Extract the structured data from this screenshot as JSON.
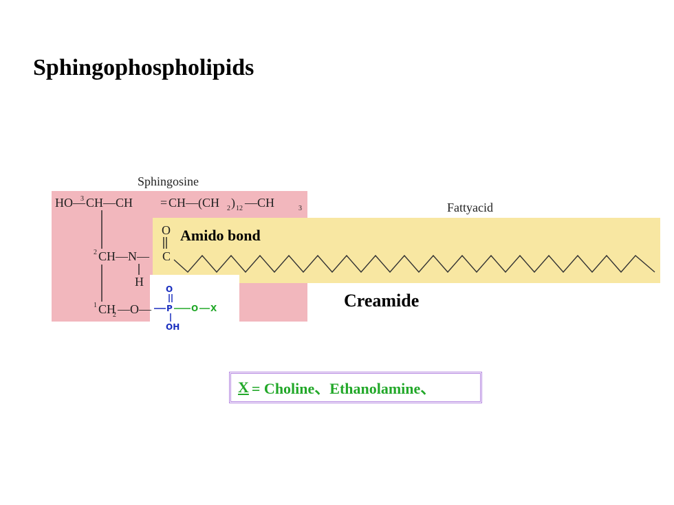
{
  "slide": {
    "title": "Sphingophospholipids"
  },
  "diagram": {
    "sphingosine_label": "Sphingosine",
    "fatty_acid_label": "Fattyacid",
    "amido_bond_label": "Amido bond",
    "ceramide_label": "Creamide",
    "row1": {
      "ho": "HO—",
      "c3": "3",
      "ch_a": "CH—CH",
      "eq": "=",
      "ch_b": "CH—(CH",
      "sub2": "2",
      "close": ")",
      "sub12": "12",
      "dash_ch3": "—CH",
      "sub3": "3"
    },
    "row2": {
      "c2": "2",
      "ch_n": "CH—N—",
      "c": "C",
      "o": "O",
      "h": "H"
    },
    "row3": {
      "c1": "1",
      "ch": "CH",
      "sub2": "2",
      "dash_o": "—O—"
    },
    "phosphate": {
      "o_top": "O",
      "p": "P",
      "o_right": "O",
      "x": "X",
      "oh": "OH"
    },
    "colors": {
      "sphingosine_bg": "#f2b7bd",
      "fatty_acid_bg": "#f8e7a2",
      "phosphate_blue": "#1a2fbf",
      "x_green": "#22a829",
      "box_border": "#b486e0"
    }
  },
  "formula": {
    "x": "X",
    "text": " = Choline、Ethanolamine、"
  }
}
